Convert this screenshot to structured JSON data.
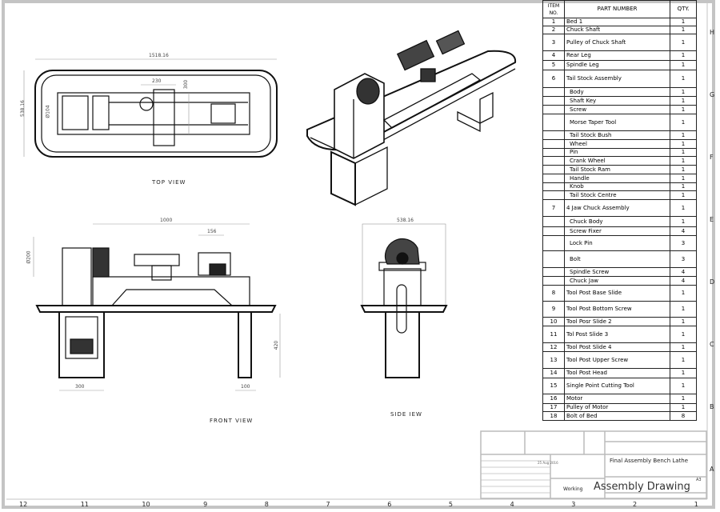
{
  "bom": {
    "headers": {
      "item": "ITEM NO.",
      "part": "PART NUMBER",
      "qty": "QTY."
    },
    "rows": [
      {
        "item": "1",
        "part": "Bed 1",
        "qty": "1"
      },
      {
        "item": "2",
        "part": "Chuck Shaft",
        "qty": "1"
      },
      {
        "item": "3",
        "part": "Pulley of Chuck Shaft",
        "qty": "1"
      },
      {
        "item": "4",
        "part": "Rear Leg",
        "qty": "1"
      },
      {
        "item": "5",
        "part": "Spindle Leg",
        "qty": "1"
      },
      {
        "item": "6",
        "part": "Tail Stock Assembly",
        "qty": "1"
      },
      {
        "item": "",
        "part": "Body",
        "qty": "1"
      },
      {
        "item": "",
        "part": "Shaft Key",
        "qty": "1"
      },
      {
        "item": "",
        "part": "Screw",
        "qty": "1"
      },
      {
        "item": "",
        "part": "Morse Taper Tool",
        "qty": "1"
      },
      {
        "item": "",
        "part": "Tail Stock Bush",
        "qty": "1"
      },
      {
        "item": "",
        "part": "Wheel",
        "qty": "1"
      },
      {
        "item": "",
        "part": "Pin",
        "qty": "1"
      },
      {
        "item": "",
        "part": "Crank Wheel",
        "qty": "1"
      },
      {
        "item": "",
        "part": "Tail Stock Ram",
        "qty": "1"
      },
      {
        "item": "",
        "part": "Handle",
        "qty": "1"
      },
      {
        "item": "",
        "part": "Knob",
        "qty": "1"
      },
      {
        "item": "",
        "part": "Tail Stock Centre",
        "qty": "1"
      },
      {
        "item": "7",
        "part": "4 Jaw Chuck Assembly",
        "qty": "1"
      },
      {
        "item": "",
        "part": "Chuck Body",
        "qty": "1"
      },
      {
        "item": "",
        "part": "Screw Fixer",
        "qty": "4"
      },
      {
        "item": "",
        "part": "Lock Pin",
        "qty": "3"
      },
      {
        "item": "",
        "part": "Bolt",
        "qty": "3"
      },
      {
        "item": "",
        "part": "Spindle Screw",
        "qty": "4"
      },
      {
        "item": "",
        "part": "Chuck Jaw",
        "qty": "4"
      },
      {
        "item": "8",
        "part": "Tool Post Base Slide",
        "qty": "1"
      },
      {
        "item": "9",
        "part": "Tool Post Bottom Screw",
        "qty": "1"
      },
      {
        "item": "10",
        "part": "Tool Posr Slide 2",
        "qty": "1"
      },
      {
        "item": "11",
        "part": "Tol Post Slide 3",
        "qty": "1"
      },
      {
        "item": "12",
        "part": "Tool Post Slide 4",
        "qty": "1"
      },
      {
        "item": "13",
        "part": "Tool Post Upper Screw",
        "qty": "1"
      },
      {
        "item": "14",
        "part": "Tool Post Head",
        "qty": "1"
      },
      {
        "item": "15",
        "part": "Single Point Cutting Tool",
        "qty": "1"
      },
      {
        "item": "16",
        "part": "Motor",
        "qty": "1"
      },
      {
        "item": "17",
        "part": "Pulley of Motor",
        "qty": "1"
      },
      {
        "item": "18",
        "part": "Bolt of Bed",
        "qty": "8"
      }
    ]
  },
  "views": {
    "top": {
      "label": "TOP VIEW",
      "dims": [
        "1518.16",
        "538.16",
        "230",
        "300",
        "Ø104"
      ]
    },
    "front": {
      "label": "FRONT VIEW",
      "dims": [
        "1000",
        "156",
        "Ø200",
        "420",
        "300",
        "100"
      ]
    },
    "side": {
      "label": "SIDE IEW",
      "dims": [
        "538.16"
      ]
    }
  },
  "title_block": {
    "title": "Final Assembly Bench Lathe",
    "drawing_no": "Assembly Drawing",
    "size": "A3",
    "material": "Working",
    "date": "25 Aug 2016"
  },
  "zones": {
    "rows": [
      "H",
      "G",
      "F",
      "E",
      "D",
      "C",
      "B",
      "A"
    ],
    "cols": [
      "12",
      "11",
      "10",
      "9",
      "8",
      "7",
      "6",
      "5",
      "4",
      "3",
      "2",
      "1"
    ]
  },
  "colors": {
    "line": "#111111",
    "border": "#c4c4c4"
  }
}
